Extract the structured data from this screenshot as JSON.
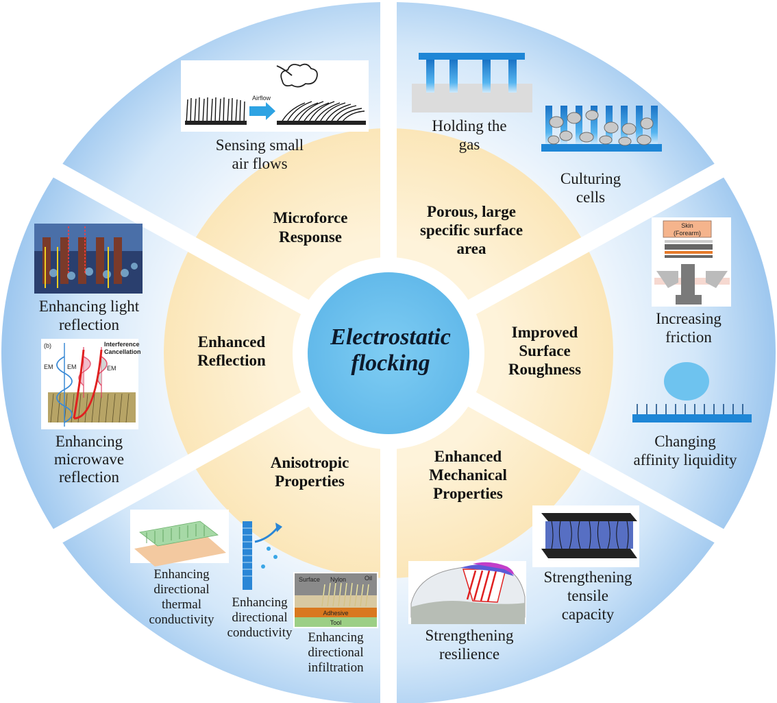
{
  "center": {
    "line1": "Electrostatic",
    "line2": "flocking"
  },
  "properties": {
    "microforce": {
      "line1": "Microforce",
      "line2": "Response"
    },
    "porous": {
      "line1": "Porous, large",
      "line2": "specific surface",
      "line3": "area"
    },
    "roughness": {
      "line1": "Improved",
      "line2": "Surface",
      "line3": "Roughness"
    },
    "mechanical": {
      "line1": "Enhanced",
      "line2": "Mechanical",
      "line3": "Properties"
    },
    "anisotropic": {
      "line1": "Anisotropic",
      "line2": "Properties"
    },
    "reflection": {
      "line1": "Enhanced",
      "line2": "Reflection"
    }
  },
  "applications": {
    "airflow": {
      "line1": "Sensing small",
      "line2": "air flows"
    },
    "gas": {
      "line1": "Holding the",
      "line2": "gas"
    },
    "cells": {
      "line1": "Culturing",
      "line2": "cells"
    },
    "friction": {
      "line1": "Increasing",
      "line2": "friction"
    },
    "affinity": {
      "line1": "Changing",
      "line2": "affinity liquidity"
    },
    "tensile": {
      "line1": "Strengthening",
      "line2": "tensile",
      "line3": "capacity"
    },
    "resilience": {
      "line1": "Strengthening",
      "line2": "resilience"
    },
    "thermal": {
      "line1": "Enhancing",
      "line2": "directional",
      "line3": "thermal",
      "line4": "conductivity"
    },
    "conductivity": {
      "line1": "Enhancing",
      "line2": "directional",
      "line3": "conductivity"
    },
    "infiltration": {
      "line1": "Enhancing",
      "line2": "directional",
      "line3": "infiltration"
    },
    "light": {
      "line1": "Enhancing light",
      "line2": "reflection"
    },
    "microwave": {
      "line1": "Enhancing",
      "line2": "microwave",
      "line3": "reflection"
    }
  },
  "inset_text": {
    "airflow_arrow": "Airflow",
    "skin_line1": "Skin",
    "skin_line2": "(Forearm)",
    "interference_line1": "Interference",
    "interference_line2": "Cancellation",
    "panel_b": "(b)",
    "em1": "EM",
    "em2": "EM",
    "em3": "EM",
    "surface": "Surface",
    "nylon": "Nylon",
    "oil": "Oil",
    "adhesive": "Adhesive",
    "tool": "Tool"
  },
  "colors": {
    "outer_ring_light": "#e9f3fc",
    "outer_ring_dark": "#a9cdf0",
    "inner_ring": "#fdebc4",
    "center_fill": "#6ec3ef",
    "divider": "#ffffff"
  }
}
